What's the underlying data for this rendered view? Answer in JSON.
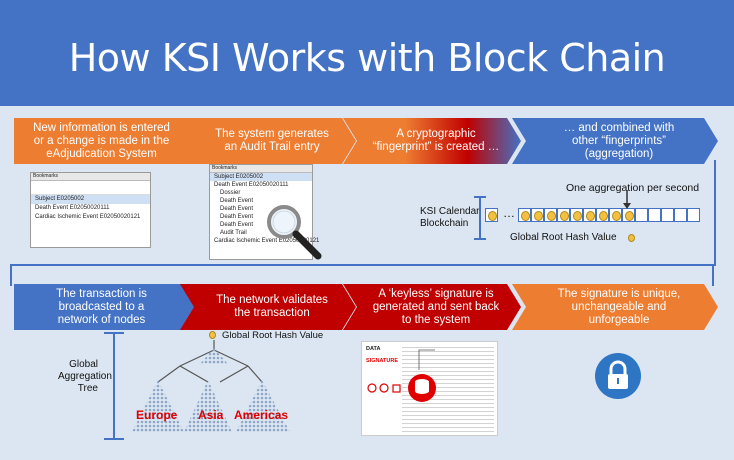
{
  "title": "How KSI Works with Block Chain",
  "row1": [
    {
      "lines": [
        "New information is entered",
        "or a change is made in the",
        "eAdjudication System"
      ]
    },
    {
      "lines": [
        "The system generates",
        "an Audit Trail entry"
      ]
    },
    {
      "lines": [
        "A cryptographic",
        "“fingerprint” is created …"
      ]
    },
    {
      "lines": [
        "… and combined with",
        "other “fingerprints”",
        "(aggregation)"
      ]
    }
  ],
  "row2": [
    {
      "lines": [
        "The transaction is",
        "broadcasted to a",
        "network of nodes"
      ]
    },
    {
      "lines": [
        "The network validates",
        "the transaction"
      ]
    },
    {
      "lines": [
        "A ‘keyless’ signature is",
        "generated and sent back",
        "to the system"
      ]
    },
    {
      "lines": [
        "The signature is unique,",
        "unchangeable and",
        "unforgeable"
      ]
    }
  ],
  "bookmarks1": {
    "header": "Bookmarks",
    "items": [
      "Subject E0205002",
      "Death Event E02050020111",
      "Cardiac Ischemic Event E02050020121"
    ]
  },
  "bookmarks2": {
    "header": "Bookmarks",
    "items": [
      "Subject E0205002",
      "Death Event E02050020111",
      "Dossier",
      "Death Event",
      "Death Event",
      "Death Event",
      "Death Event",
      "Audit Trail",
      "Cardiac Ischemic Event E02050020121"
    ]
  },
  "calendar": {
    "label_lines": [
      "KSI Calendar",
      "Blockchain"
    ],
    "rate": "One aggregation per second",
    "ellipsis": "…",
    "root_hash": "Global Root Hash Value"
  },
  "tree": {
    "label_lines": [
      "Global",
      "Aggregation",
      "Tree"
    ],
    "root_hash": "Global Root Hash Value",
    "regions": [
      "Europe",
      "Asia",
      "Americas"
    ]
  },
  "document": {
    "data_label": "DATA",
    "signature_label": "SIGNATURE"
  },
  "colors": {
    "header": "#4472c4",
    "background": "#dce6f2",
    "orange": "#ed7d31",
    "red": "#c00000",
    "blue": "#4472c4",
    "gold": "#f4c042"
  }
}
